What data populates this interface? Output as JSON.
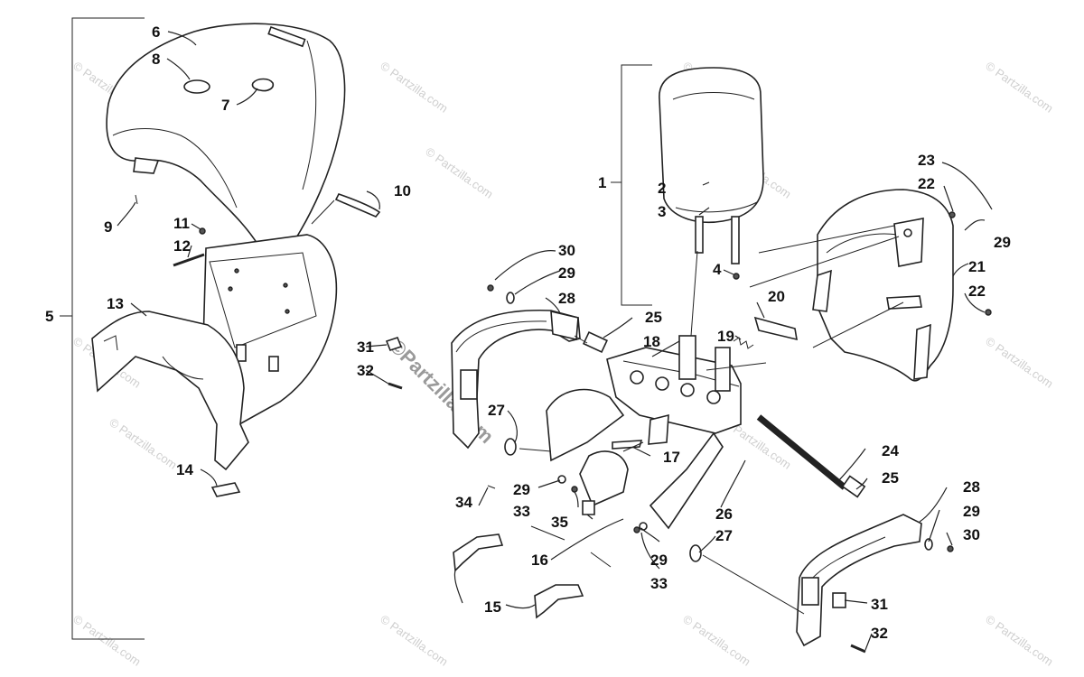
{
  "watermark": {
    "corner_text": "© Partzilla.com",
    "center_text": "©Partzilla.com"
  },
  "callouts": [
    {
      "id": "c1",
      "label": "1"
    },
    {
      "id": "c2",
      "label": "2"
    },
    {
      "id": "c3",
      "label": "3"
    },
    {
      "id": "c4",
      "label": "4"
    },
    {
      "id": "c5",
      "label": "5"
    },
    {
      "id": "c6",
      "label": "6"
    },
    {
      "id": "c7",
      "label": "7"
    },
    {
      "id": "c8",
      "label": "8"
    },
    {
      "id": "c9",
      "label": "9"
    },
    {
      "id": "c10",
      "label": "10"
    },
    {
      "id": "c11",
      "label": "11"
    },
    {
      "id": "c12",
      "label": "12"
    },
    {
      "id": "c13",
      "label": "13"
    },
    {
      "id": "c14",
      "label": "14"
    },
    {
      "id": "c15",
      "label": "15"
    },
    {
      "id": "c16",
      "label": "16"
    },
    {
      "id": "c17",
      "label": "17"
    },
    {
      "id": "c18",
      "label": "18"
    },
    {
      "id": "c19",
      "label": "19"
    },
    {
      "id": "c20",
      "label": "20"
    },
    {
      "id": "c21",
      "label": "21"
    },
    {
      "id": "c22a",
      "label": "22"
    },
    {
      "id": "c22b",
      "label": "22"
    },
    {
      "id": "c23",
      "label": "23"
    },
    {
      "id": "c24",
      "label": "24"
    },
    {
      "id": "c25a",
      "label": "25"
    },
    {
      "id": "c25b",
      "label": "25"
    },
    {
      "id": "c26",
      "label": "26"
    },
    {
      "id": "c27a",
      "label": "27"
    },
    {
      "id": "c27b",
      "label": "27"
    },
    {
      "id": "c28a",
      "label": "28"
    },
    {
      "id": "c28b",
      "label": "28"
    },
    {
      "id": "c29a",
      "label": "29"
    },
    {
      "id": "c29b",
      "label": "29"
    },
    {
      "id": "c29c",
      "label": "29"
    },
    {
      "id": "c29d",
      "label": "29"
    },
    {
      "id": "c29e",
      "label": "29"
    },
    {
      "id": "c30a",
      "label": "30"
    },
    {
      "id": "c30b",
      "label": "30"
    },
    {
      "id": "c31a",
      "label": "31"
    },
    {
      "id": "c31b",
      "label": "31"
    },
    {
      "id": "c32a",
      "label": "32"
    },
    {
      "id": "c32b",
      "label": "32"
    },
    {
      "id": "c33a",
      "label": "33"
    },
    {
      "id": "c33b",
      "label": "33"
    },
    {
      "id": "c34",
      "label": "34"
    },
    {
      "id": "c35",
      "label": "35"
    }
  ]
}
